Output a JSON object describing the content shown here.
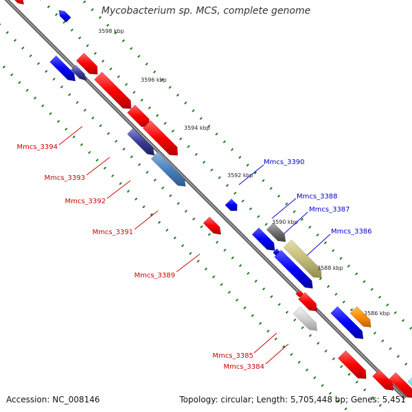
{
  "title": "Mycobacterium sp. MCS, complete genome",
  "footer": {
    "accession": "Accession: NC_008146",
    "summary": "Topology: circular; Length: 5,705,448 bp; Genes: 5,451"
  },
  "colors": {
    "forward_label": "#cc0000",
    "reverse_label": "#0000cc",
    "backbone": "#777777",
    "tick_dots": "#1a7a1a"
  },
  "scale_labels": {
    "k3598": "3598 kbp",
    "k3596": "3596 kbp",
    "k3594": "3594 kbp",
    "k3592": "3592 kbp",
    "k3590": "3590 kbp",
    "k3588": "3588 kbp",
    "k3586": "3586 kbp"
  },
  "gene_labels": {
    "g3394": "Mmcs_3394",
    "g3393": "Mmcs_3393",
    "g3392": "Mmcs_3392",
    "g3391": "Mmcs_3391",
    "g3389": "Mmcs_3389",
    "g3390": "Mmcs_3390",
    "g3388": "Mmcs_3388",
    "g3387": "Mmcs_3387",
    "g3386": "Mmcs_3386",
    "g3385": "Mmcs_3385",
    "g3384": "Mmcs_3384"
  }
}
